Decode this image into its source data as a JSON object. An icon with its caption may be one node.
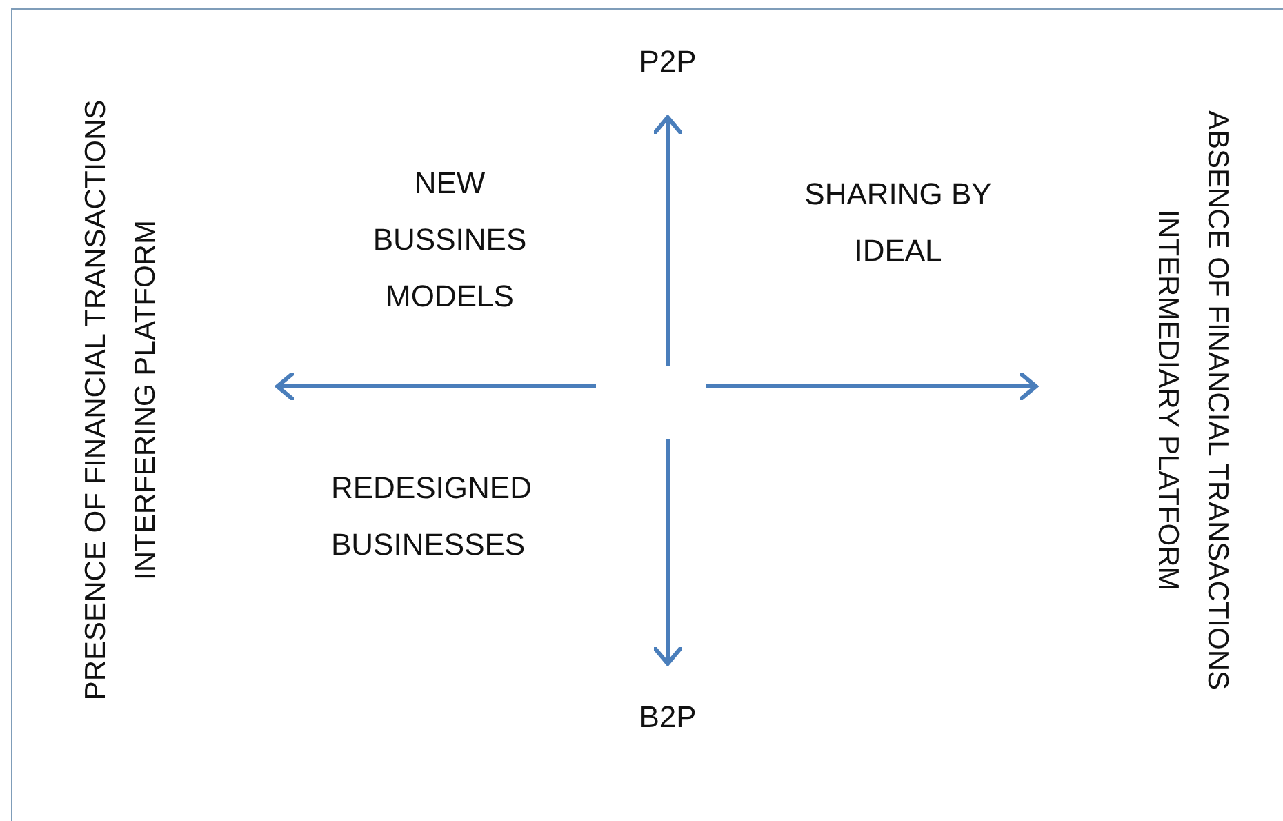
{
  "diagram": {
    "nodes": [
      {
        "text": [
          "P2P"
        ]
      },
      {
        "text": [
          "B2P"
        ]
      },
      {
        "text": [
          "PRESENCE OF FINANCIAL TRANSACTIONS INTERFERING PLATFORM"
        ]
      },
      {
        "text": [
          "ABSENCE OF FINANCIAL TRANSACTIONS INTERMEDIARY PLATFORM"
        ]
      }
    ],
    "edges": [
      {
        "from": null,
        "to": 0,
        "arrow": "to"
      },
      {
        "from": null,
        "to": 1,
        "arrow": "to"
      },
      {
        "from": null,
        "to": 2,
        "arrow": "to"
      },
      {
        "from": null,
        "to": 3,
        "arrow": "to"
      }
    ],
    "labels": [
      "NEW BUSSINES MODELS",
      "SHARING BY IDEAL",
      "REDESIGNED BUSINESSES"
    ]
  }
}
